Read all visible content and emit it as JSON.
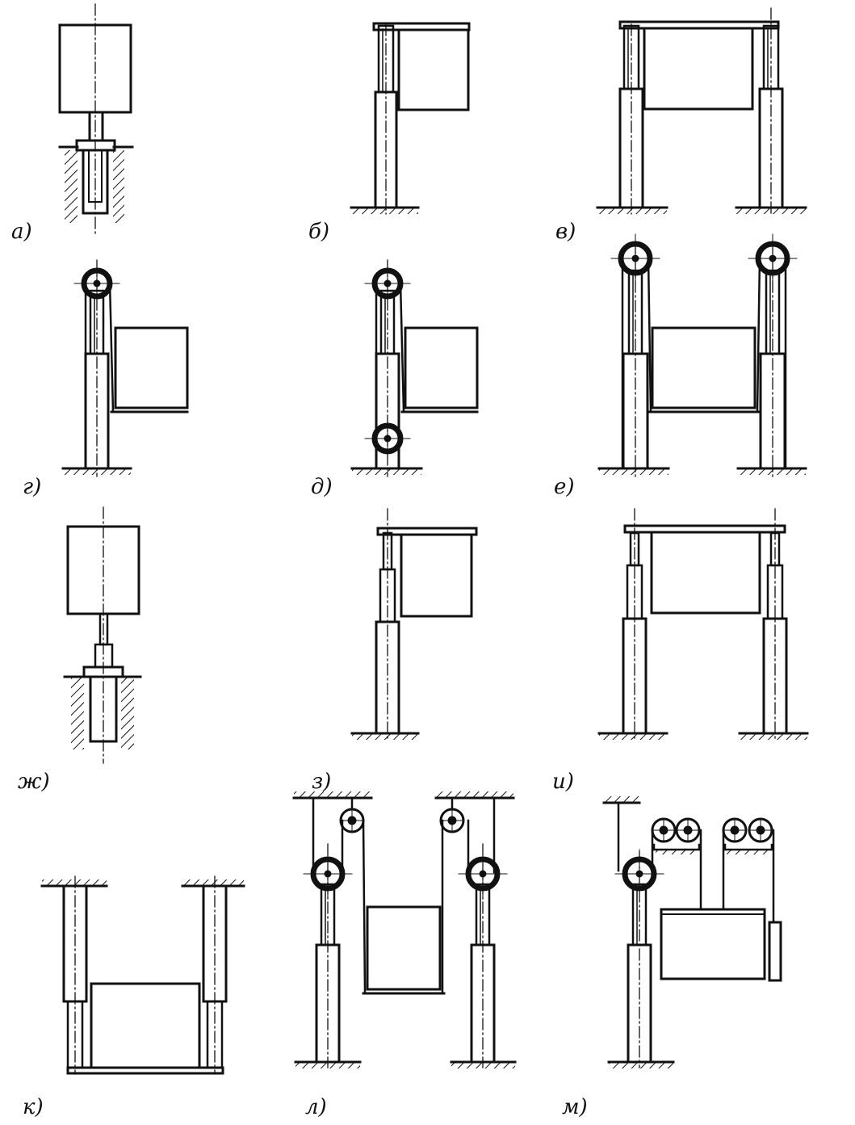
{
  "diagram": {
    "labels": [
      "а)",
      "б)",
      "в)",
      "г)",
      "д)",
      "е)",
      "ж)",
      "з)",
      "и)",
      "к)",
      "л)",
      "м)"
    ]
  },
  "colors": {
    "ink": "#111111",
    "paper": "#ffffff"
  }
}
